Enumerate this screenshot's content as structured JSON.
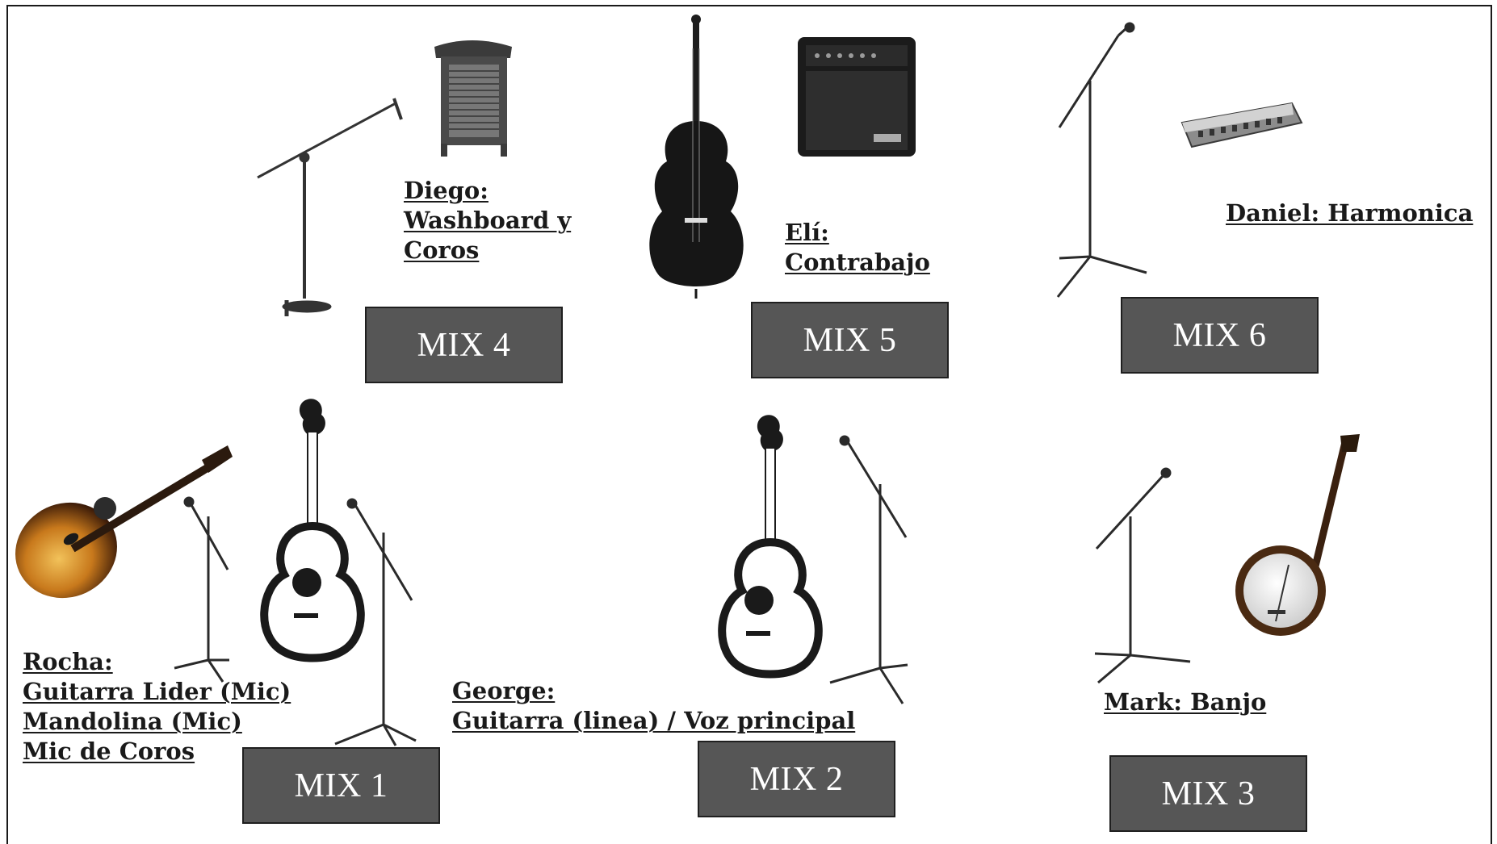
{
  "stage": {
    "labels": {
      "diego": [
        "Diego:",
        "Washboard y",
        "Coros"
      ],
      "eli": [
        "Elí:",
        "Contrabajo"
      ],
      "daniel": [
        "Daniel: Harmonica"
      ],
      "rocha": [
        "Rocha:",
        "Guitarra Lider (Mic)",
        "Mandolina (Mic)",
        "Mic de Coros"
      ],
      "george": [
        "George:",
        "Guitarra (linea) / Voz principal"
      ],
      "mark": [
        "Mark: Banjo"
      ]
    },
    "mixes": {
      "mix1": "MIX 1",
      "mix2": "MIX 2",
      "mix3": "MIX 3",
      "mix4": "MIX 4",
      "mix5": "MIX 5",
      "mix6": "MIX 6"
    },
    "colors": {
      "mix_box": "#565656",
      "text": "#1a1a1a",
      "instrument_dark": "#222222"
    },
    "icons": [
      "washboard-icon",
      "upright-bass-icon",
      "guitar-amp-icon",
      "harmonica-icon",
      "boom-mic-stand-icon",
      "mic-stand-icon",
      "mandolin-icon",
      "acoustic-guitar-icon",
      "banjo-icon"
    ]
  }
}
